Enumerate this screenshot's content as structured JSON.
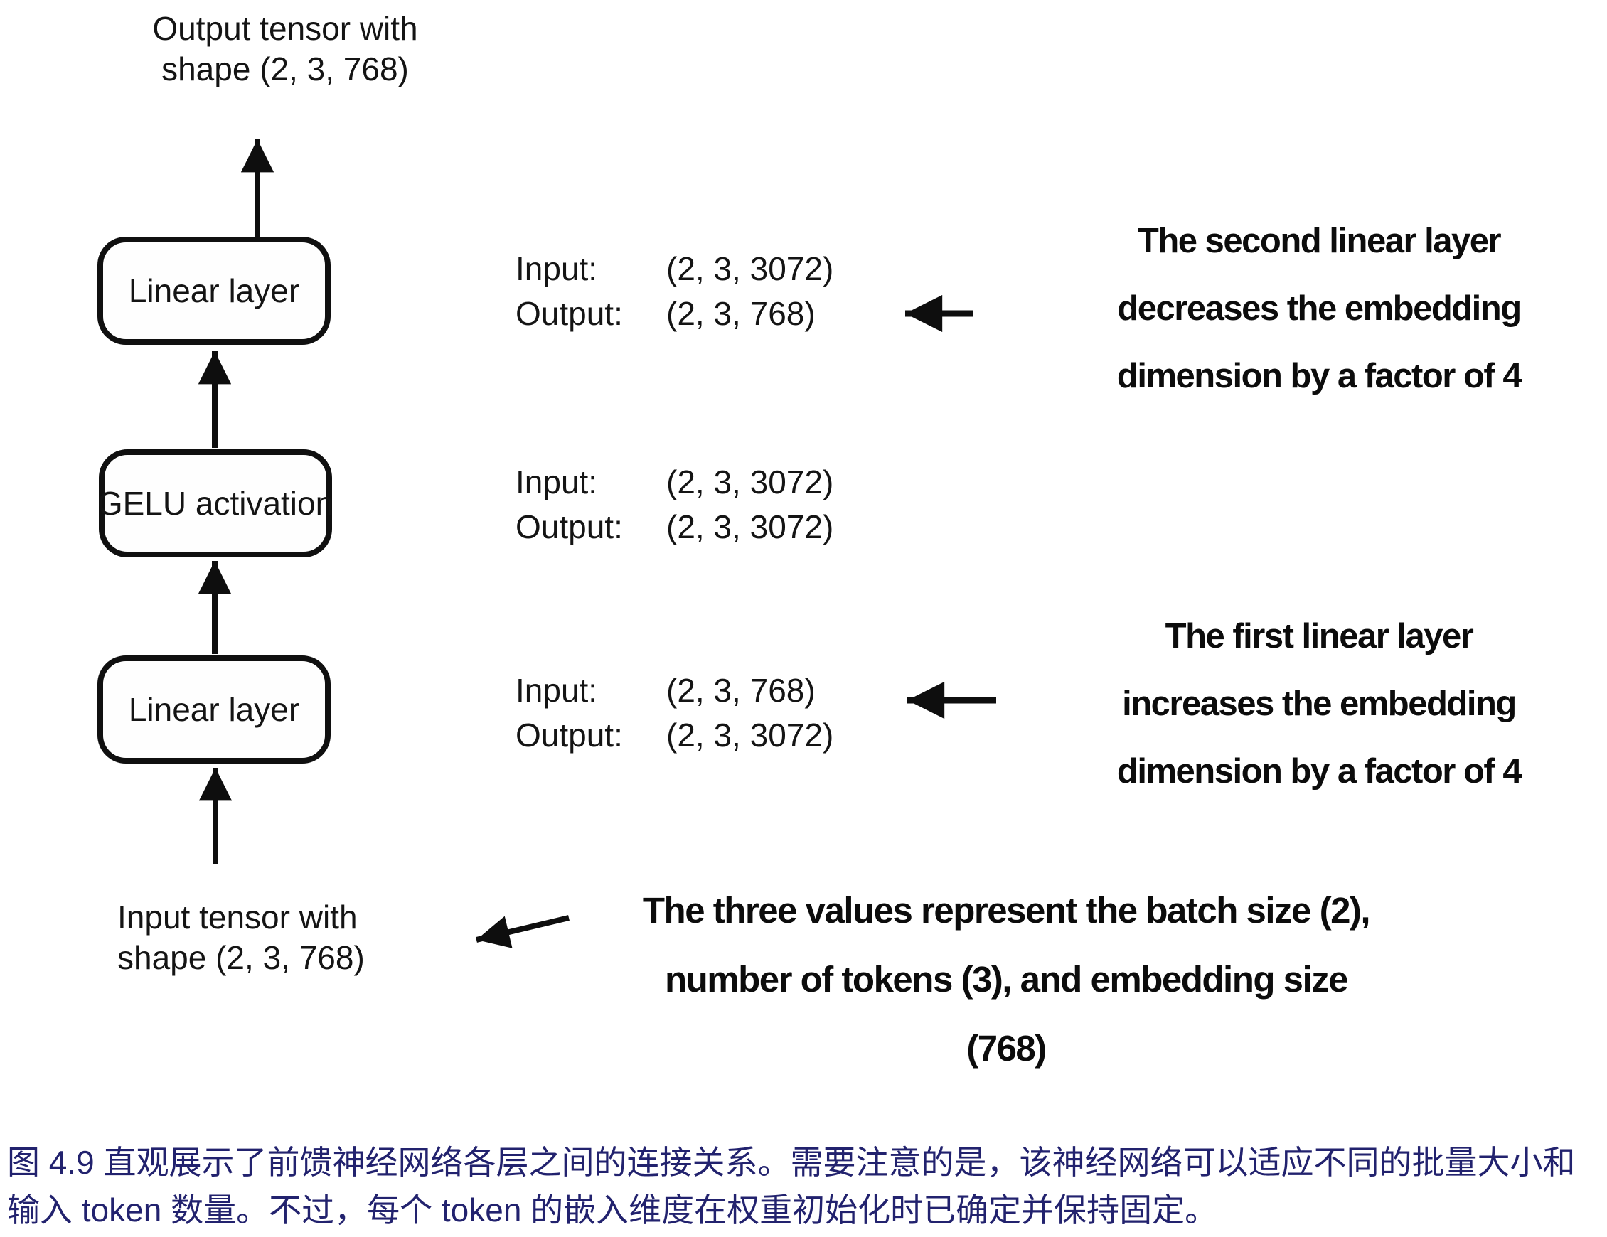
{
  "figure": {
    "id_label": "图 4.9",
    "ink_color": "#111111"
  },
  "diagram": {
    "output_tensor": {
      "line1": "Output tensor with",
      "line2": "shape (2, 3, 768)"
    },
    "input_tensor": {
      "line1": "Input tensor with",
      "line2": "shape (2, 3, 768)"
    },
    "top_linear": {
      "label": "Linear layer",
      "input_label": "Input:",
      "input_value": "(2, 3, 3072)",
      "output_label": "Output:",
      "output_value": "(2, 3, 768)"
    },
    "gelu": {
      "label": "GELU activation",
      "input_label": "Input:",
      "input_value": "(2, 3, 3072)",
      "output_label": "Output:",
      "output_value": "(2, 3, 3072)"
    },
    "bottom_linear": {
      "label": "Linear layer",
      "input_label": "Input:",
      "input_value": "(2, 3, 768)",
      "output_label": "Output:",
      "output_value": "(2, 3, 3072)"
    },
    "arrows": [
      {
        "name": "arrow-to-output-tensor-icon",
        "direction": "up"
      },
      {
        "name": "arrow-gelu-to-top-linear-icon",
        "direction": "up"
      },
      {
        "name": "arrow-bottom-linear-to-gelu-icon",
        "direction": "up"
      },
      {
        "name": "arrow-input-to-bottom-linear-icon",
        "direction": "up"
      },
      {
        "name": "arrow-second-linear-annotation-icon",
        "direction": "left"
      },
      {
        "name": "arrow-first-linear-annotation-icon",
        "direction": "left"
      },
      {
        "name": "arrow-tensor-annotation-icon",
        "direction": "down-left"
      }
    ]
  },
  "annotations": {
    "second_linear": {
      "line1": "The second linear layer",
      "line2": "decreases the embedding",
      "line3": "dimension by a factor of 4"
    },
    "first_linear": {
      "line1": "The first linear layer",
      "line2": "increases the embedding",
      "line3": "dimension by a factor of 4"
    },
    "tensor_values": {
      "line1": "The three values represent the batch size (2),",
      "line2": "number of tokens (3), and embedding size",
      "line3": "(768)"
    }
  },
  "caption": {
    "line1": "图 4.9 直观展示了前馈神经网络各层之间的连接关系。需要注意的是，该神经网络可以适应不同的批量大小和",
    "line2": "输入 token 数量。不过，每个 token 的嵌入维度在权重初始化时已确定并保持固定。",
    "color": "#22226e"
  }
}
